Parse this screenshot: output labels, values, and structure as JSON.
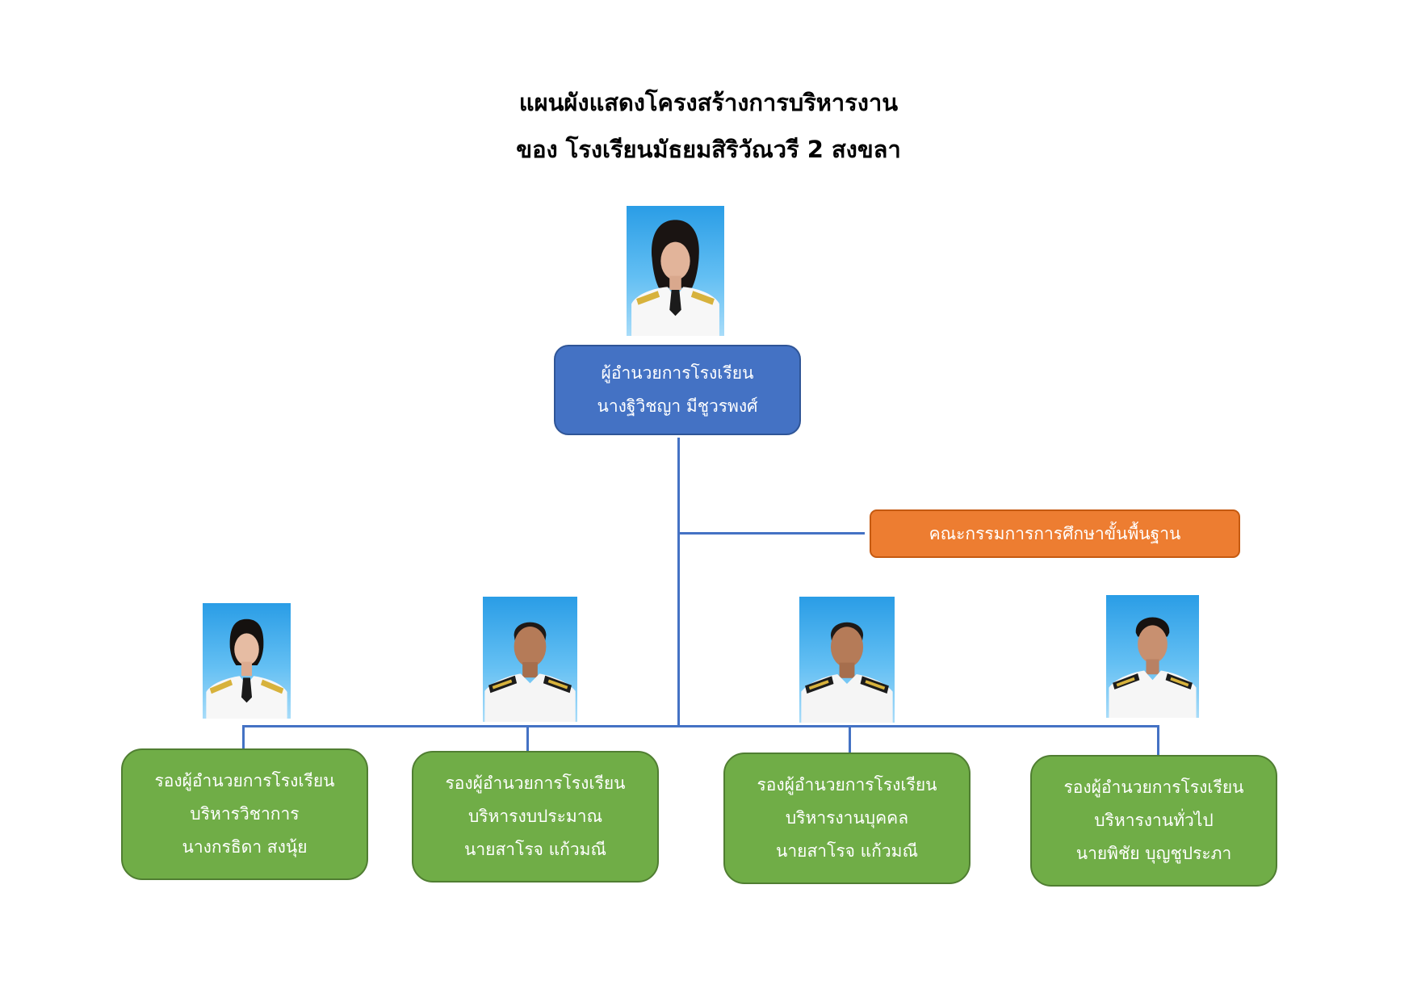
{
  "title": {
    "line1": "แผนผังแสดงโครงสร้างการบริหารงาน",
    "line2": "ของ โรงเรียนมัธยมสิริวัณวรี 2 สงขลา"
  },
  "director": {
    "position": "ผู้อำนวยการโรงเรียน",
    "name": "นางฐิวิชญา มีชูวรพงศ์"
  },
  "committee": {
    "label": "คณะกรรมการการศึกษาขั้นพื้นฐาน"
  },
  "deputies": [
    {
      "position": "รองผู้อำนวยการโรงเรียน",
      "division": "บริหารวิชาการ",
      "name": "นางกรธิดา สงนุ้ย"
    },
    {
      "position": "รองผู้อำนวยการโรงเรียน",
      "division": "บริหารงบประมาณ",
      "name": "นายสาโรจ แก้วมณี"
    },
    {
      "position": "รองผู้อำนวยการโรงเรียน",
      "division": "บริหารงานบุคคล",
      "name": "นายสาโรจ แก้วมณี"
    },
    {
      "position": "รองผู้อำนวยการโรงเรียน",
      "division": "บริหารงานทั่วไป",
      "name": "นายพิชัย บุญชูประภา"
    }
  ],
  "colors": {
    "connector": "#4472c4",
    "director_box": "#4472c4",
    "committee_box": "#ed7d31",
    "deputy_box": "#70ad47"
  }
}
